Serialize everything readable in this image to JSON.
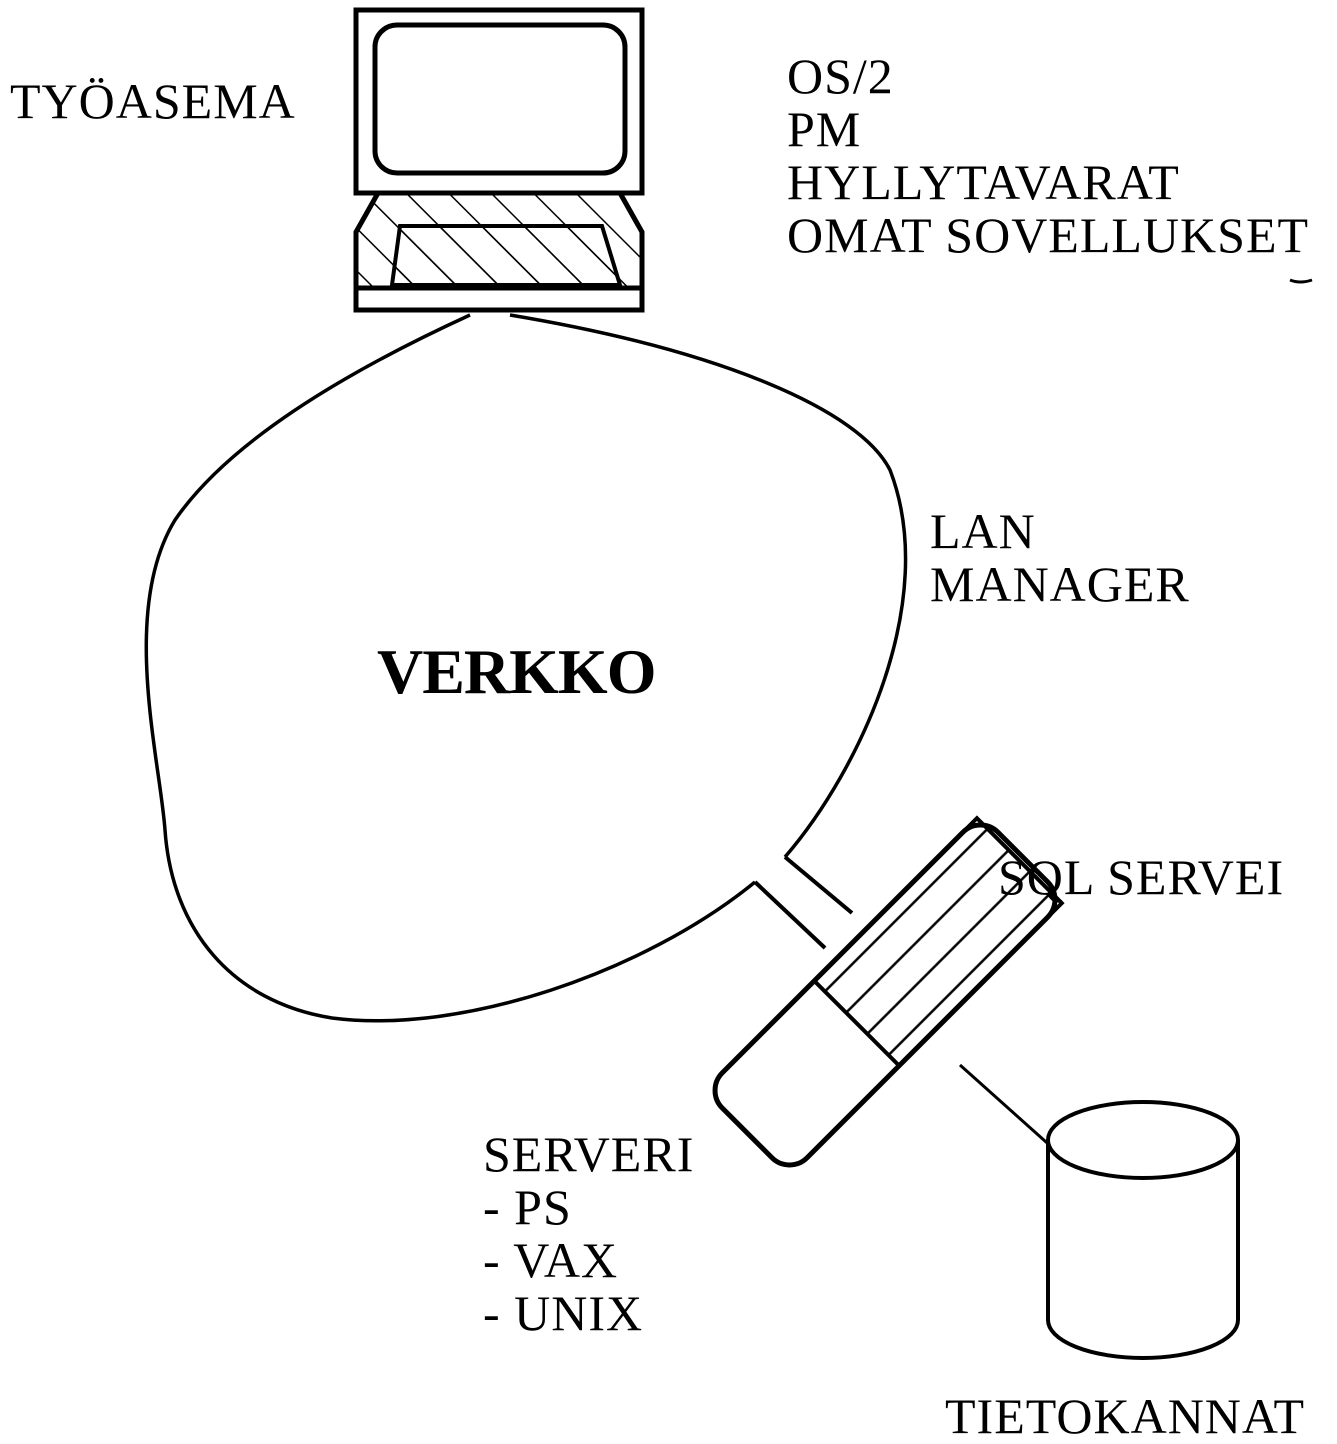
{
  "workstation": {
    "label": "TYÖASEMA"
  },
  "software": {
    "items": [
      "OS/2",
      "PM",
      "HYLLYTAVARAT",
      "OMAT SOVELLUKSET"
    ]
  },
  "network": {
    "label": "VERKKO",
    "manager_lines": [
      "LAN",
      "MANAGER"
    ]
  },
  "sql_server": {
    "label": "SQL SERVEI"
  },
  "server": {
    "lines": [
      "SERVERI",
      "- PS",
      "- VAX",
      "- UNIX"
    ]
  },
  "database": {
    "label": "TIETOKANNAT"
  }
}
